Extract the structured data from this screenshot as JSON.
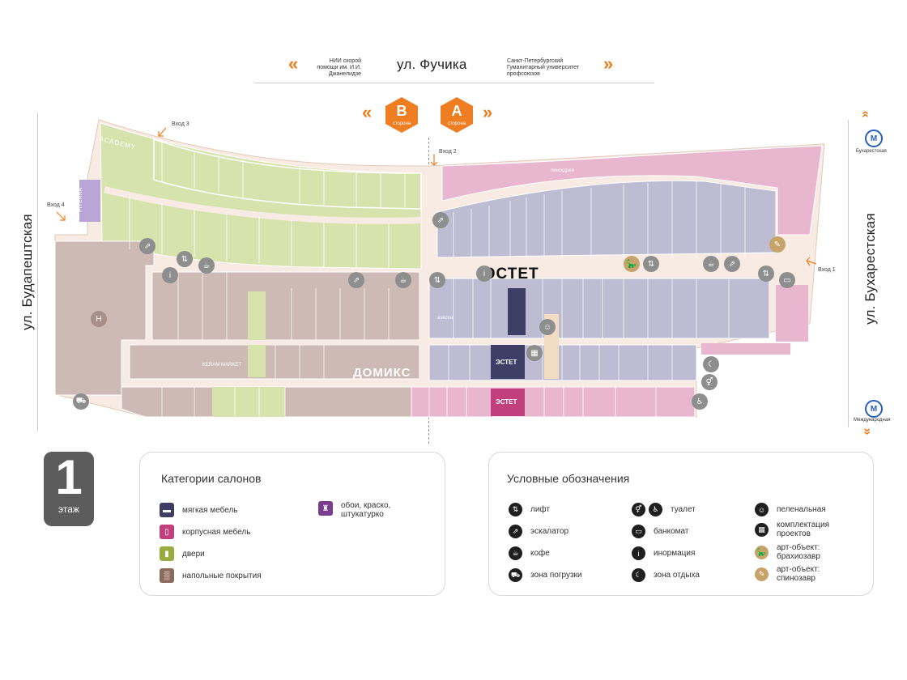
{
  "streets": {
    "top": "ул. Фучика",
    "left": "ул. Будапештская",
    "right": "ул. Бухарестская"
  },
  "top_notes": {
    "left": "НИИ скорой помощи им. И.И. Джанелидзе",
    "right": "Санкт-Петербургский Гуманитарный университет профсоюзов"
  },
  "sides": [
    {
      "letter": "B",
      "label": "сторона"
    },
    {
      "letter": "A",
      "label": "сторона"
    }
  ],
  "entrances": [
    "Вход 1",
    "Вход 2",
    "Вход 3",
    "Вход 4"
  ],
  "metro": [
    {
      "name": "Бухарестская",
      "letter": "M"
    },
    {
      "name": "Международная",
      "letter": "M"
    }
  ],
  "brands": {
    "estet_main": "ЭСТЕТ",
    "estet_1": "ЭСТЕТ",
    "estet_2": "ЭСТЕТ",
    "domiks": "ДОМИКС",
    "academy": "ACADEMY",
    "piterra": "PITERRA",
    "askona": "askona",
    "kerama": "KERAM MARKET",
    "pinskdrev": "пинскдрев"
  },
  "floor": {
    "number": "1",
    "label": "этаж"
  },
  "categories": {
    "title": "Категории салонов",
    "items": [
      {
        "label": "мягкая мебель",
        "color": "#3d3d66",
        "icon": "sofa-icon"
      },
      {
        "label": "корпусная мебель",
        "color": "#c23f7d",
        "icon": "wardrobe-icon"
      },
      {
        "label": "двери",
        "color": "#9aab3d",
        "icon": "door-icon"
      },
      {
        "label": "напольные покрытия",
        "color": "#8b6a5c",
        "icon": "floor-icon"
      },
      {
        "label": "обои, краско, штукатурко",
        "color": "#7a3d8f",
        "icon": "paint-roller-icon"
      }
    ]
  },
  "legend": {
    "title": "Условные обозначения",
    "items": [
      {
        "label": "лифт",
        "icon": "elevator-icon"
      },
      {
        "label": "эскалатор",
        "icon": "escalator-icon"
      },
      {
        "label": "кофе",
        "icon": "coffee-icon"
      },
      {
        "label": "зона погрузки",
        "icon": "loading-icon"
      },
      {
        "label": "туалет",
        "icon": "toilet-icon"
      },
      {
        "label": "банкомат",
        "icon": "atm-icon"
      },
      {
        "label": "инормация",
        "icon": "info-icon"
      },
      {
        "label": "зона отдыха",
        "icon": "rest-zone-icon"
      },
      {
        "label": "пеленальная",
        "icon": "baby-room-icon"
      },
      {
        "label": "комплектация проектов",
        "icon": "projects-icon"
      },
      {
        "label": "арт-объект: брахиозавр",
        "icon": "brachiosaurus-icon"
      },
      {
        "label": "арт-объект: спинозавр",
        "icon": "spinosaurus-icon"
      }
    ]
  },
  "colors": {
    "accent": "#ef7d22",
    "green_zone": "#d7e3ad",
    "pink_zone": "#e9b6cf",
    "lavender_zone": "#bdbcd3",
    "brown_zone": "#cdbab4",
    "corridor": "#f7ebe3"
  }
}
